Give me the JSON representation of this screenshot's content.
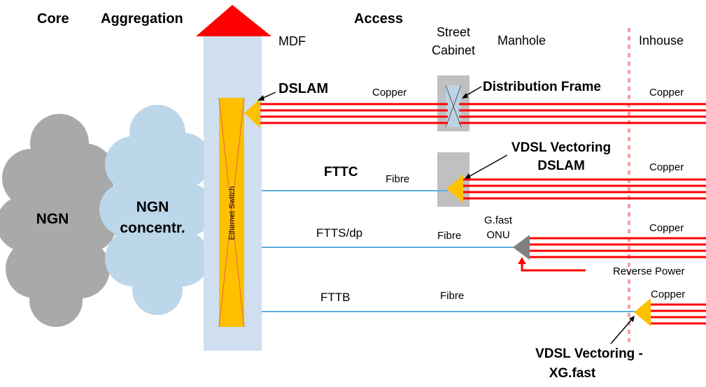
{
  "columns": {
    "core": "Core",
    "aggregation": "Aggregation",
    "access": "Access",
    "mdf": "MDF",
    "street_cabinet_line1": "Street",
    "street_cabinet_line2": "Cabinet",
    "manhole": "Manhole",
    "inhouse": "Inhouse"
  },
  "clouds": {
    "ngn": "NGN",
    "ngn_concentrator_line1": "NGN",
    "ngn_concentrator_line2": "concentr."
  },
  "switch_label": "Ethernet Switch",
  "rows": {
    "dslam": {
      "label": "DSLAM",
      "medium_left": "Copper",
      "frame_label": "Distribution Frame",
      "medium_right": "Copper"
    },
    "fttc": {
      "label": "FTTC",
      "medium_left": "Fibre",
      "device_line1": "VDSL Vectoring",
      "device_line2": "DSLAM",
      "medium_right": "Copper"
    },
    "ftts": {
      "label": "FTTS/dp",
      "medium_left": "Fibre",
      "device_line1": "G.fast",
      "device_line2": "ONU",
      "medium_right": "Copper",
      "reverse_power": "Reverse Power"
    },
    "fttb": {
      "label": "FTTB",
      "medium_left": "Fibre",
      "medium_right": "Copper",
      "device_line1": "VDSL Vectoring -",
      "device_line2": "XG.fast"
    }
  },
  "colors": {
    "copper": "#ff0000",
    "fibre": "#5aaee3",
    "ngn_cloud": "#a9a9a9",
    "concentrator_cloud": "#bcd6ea",
    "mdf_column": "#cfdff0",
    "switch": "#ffc000",
    "cabinet": "#c0c0c0",
    "inhouse_boundary": "#f4a3a3",
    "onu": "#808080"
  }
}
